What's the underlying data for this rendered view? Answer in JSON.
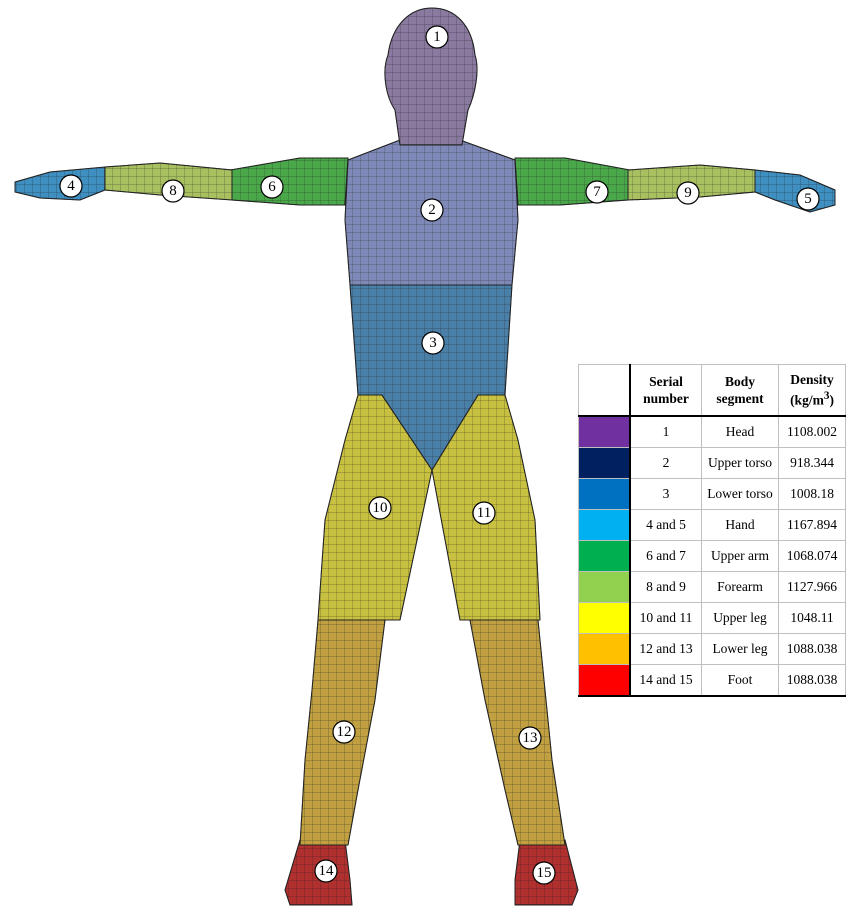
{
  "figure": {
    "segment_labels": [
      "1",
      "2",
      "3",
      "4",
      "5",
      "6",
      "7",
      "8",
      "9",
      "10",
      "11",
      "12",
      "13",
      "14",
      "15"
    ]
  },
  "table": {
    "headers": {
      "serial_line1": "Serial",
      "serial_line2": "number",
      "segment_line1": "Body",
      "segment_line2": "segment",
      "density_line1": "Density",
      "density_line2_prefix": "(kg/m",
      "density_sup": "3",
      "density_line2_suffix": ")"
    },
    "rows": [
      {
        "color": "#7030a0",
        "serial": "1",
        "segment": "Head",
        "density": "1108.002"
      },
      {
        "color": "#002060",
        "serial": "2",
        "segment": "Upper torso",
        "density": "918.344"
      },
      {
        "color": "#0070c0",
        "serial": "3",
        "segment": "Lower torso",
        "density": "1008.18"
      },
      {
        "color": "#00b0f0",
        "serial": "4 and 5",
        "segment": "Hand",
        "density": "1167.894"
      },
      {
        "color": "#00b050",
        "serial": "6 and 7",
        "segment": "Upper arm",
        "density": "1068.074"
      },
      {
        "color": "#92d050",
        "serial": "8 and 9",
        "segment": "Forearm",
        "density": "1127.966"
      },
      {
        "color": "#ffff00",
        "serial": "10 and 11",
        "segment": "Upper leg",
        "density": "1048.11"
      },
      {
        "color": "#ffc000",
        "serial": "12 and 13",
        "segment": "Lower leg",
        "density": "1088.038"
      },
      {
        "color": "#ff0000",
        "serial": "14 and 15",
        "segment": "Foot",
        "density": "1088.038"
      }
    ]
  },
  "mesh_colors": {
    "head": "#8a7aa0",
    "upper_torso": "#7f89b8",
    "lower_torso": "#4a7fa8",
    "hand": "#3f8fc0",
    "upper_arm": "#4aa84a",
    "forearm": "#a8c060",
    "upper_leg": "#c8c040",
    "lower_leg": "#c0a040",
    "foot": "#b03030"
  }
}
